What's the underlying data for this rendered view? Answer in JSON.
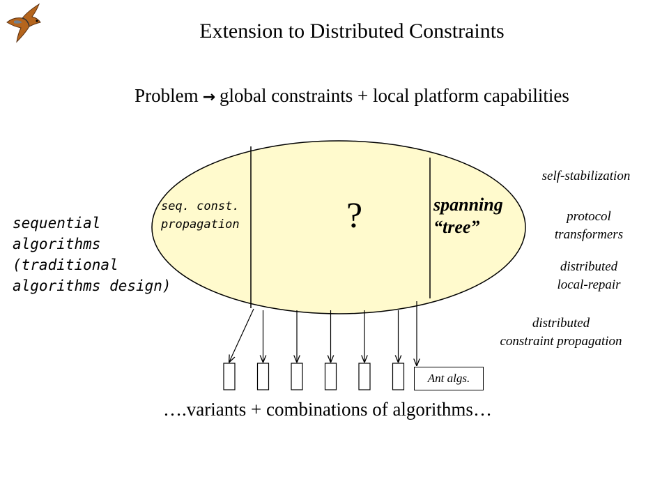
{
  "title": "Extension to Distributed Constraints",
  "subtitle": {
    "left": "Problem",
    "arrow": "→",
    "right": "global constraints + local platform capabilities"
  },
  "left_label": [
    "sequential",
    "algorithms",
    "(traditional",
    "algorithms design)"
  ],
  "ellipse": {
    "fill": "#FFFACD",
    "left_section": [
      "seq. const.",
      "propagation"
    ],
    "center": "?",
    "right_section": [
      "spanning",
      "“tree”"
    ]
  },
  "right_labels": [
    [
      "self-stabilization"
    ],
    [
      "protocol",
      "transformers"
    ],
    [
      "distributed",
      "local-repair"
    ],
    [
      "distributed",
      "constraint propagation"
    ]
  ],
  "boxes": {
    "count": 6,
    "last_box_label": "Ant algs."
  },
  "bottom_text": "….variants + combinations of algorithms…",
  "logo_icon": "kestrel-bird-icon"
}
